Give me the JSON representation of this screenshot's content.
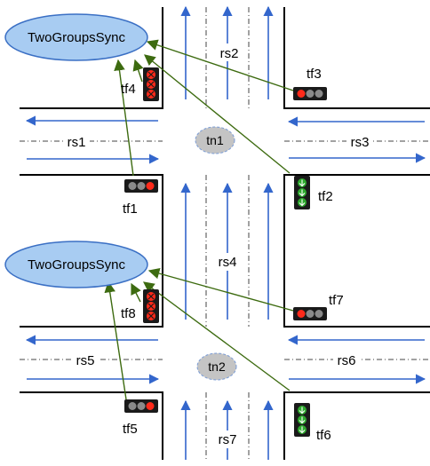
{
  "colors": {
    "lane": "#3366cc",
    "arrow_line": "#3d6b10",
    "oval_fill": "#a8ccf2",
    "oval_stroke": "#3a6fc4",
    "node_fill": "#c4c4c4",
    "light_red": "#ff2a1a",
    "light_green": "#2da82d",
    "light_off": "#8a8a8a"
  },
  "sync_groups": [
    {
      "id": "sync1",
      "label": "TwoGroupsSync"
    },
    {
      "id": "sync2",
      "label": "TwoGroupsSync"
    }
  ],
  "road_segments": [
    {
      "id": "rs1",
      "label": "rs1"
    },
    {
      "id": "rs2",
      "label": "rs2"
    },
    {
      "id": "rs3",
      "label": "rs3"
    },
    {
      "id": "rs4",
      "label": "rs4"
    },
    {
      "id": "rs5",
      "label": "rs5"
    },
    {
      "id": "rs6",
      "label": "rs6"
    },
    {
      "id": "rs7",
      "label": "rs7"
    }
  ],
  "nodes": [
    {
      "id": "tn1",
      "label": "tn1"
    },
    {
      "id": "tn2",
      "label": "tn2"
    }
  ],
  "traffic_lights": [
    {
      "id": "tf1",
      "label": "tf1",
      "state": "red",
      "orientation": "horizontal",
      "sync": "sync1"
    },
    {
      "id": "tf2",
      "label": "tf2",
      "state": "green",
      "orientation": "vertical",
      "sync": "sync1"
    },
    {
      "id": "tf3",
      "label": "tf3",
      "state": "red",
      "orientation": "horizontal",
      "sync": "sync1"
    },
    {
      "id": "tf4",
      "label": "tf4",
      "state": "red",
      "orientation": "vertical",
      "sync": "sync1"
    },
    {
      "id": "tf5",
      "label": "tf5",
      "state": "red",
      "orientation": "horizontal",
      "sync": "sync2"
    },
    {
      "id": "tf6",
      "label": "tf6",
      "state": "green",
      "orientation": "vertical",
      "sync": "sync2"
    },
    {
      "id": "tf7",
      "label": "tf7",
      "state": "red",
      "orientation": "horizontal",
      "sync": "sync2"
    },
    {
      "id": "tf8",
      "label": "tf8",
      "state": "red",
      "orientation": "vertical",
      "sync": "sync2"
    }
  ]
}
